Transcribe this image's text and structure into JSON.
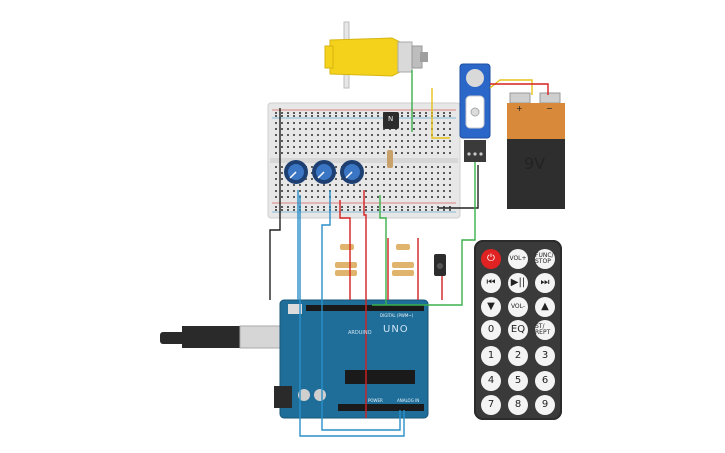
{
  "battery": {
    "voltage_label": "9V",
    "plus": "+",
    "minus": "−"
  },
  "arduino": {
    "model_label": "UNO",
    "brand_label": "ARDUINO",
    "digital_label": "DIGITAL (PWM~)",
    "power_label": "POWER",
    "analog_label": "ANALOG IN"
  },
  "transistor": {
    "label": "N"
  },
  "remote": {
    "buttons": [
      {
        "label": "⏻",
        "name": "remote-power-button"
      },
      {
        "label": "VOL+",
        "name": "remote-vol-up-button"
      },
      {
        "label": "FUNC/ STOP",
        "name": "remote-func-stop-button"
      },
      {
        "label": "⏮",
        "name": "remote-prev-button"
      },
      {
        "label": "▶||",
        "name": "remote-play-pause-button"
      },
      {
        "label": "⏭",
        "name": "remote-next-button"
      },
      {
        "label": "▼",
        "name": "remote-down-button"
      },
      {
        "label": "VOL-",
        "name": "remote-vol-down-button"
      },
      {
        "label": "▲",
        "name": "remote-up-button"
      },
      {
        "label": "0",
        "name": "remote-0-button"
      },
      {
        "label": "EQ",
        "name": "remote-eq-button"
      },
      {
        "label": "ST/ REPT",
        "name": "remote-st-rept-button"
      },
      {
        "label": "1",
        "name": "remote-1-button"
      },
      {
        "label": "2",
        "name": "remote-2-button"
      },
      {
        "label": "3",
        "name": "remote-3-button"
      },
      {
        "label": "4",
        "name": "remote-4-button"
      },
      {
        "label": "5",
        "name": "remote-5-button"
      },
      {
        "label": "6",
        "name": "remote-6-button"
      },
      {
        "label": "7",
        "name": "remote-7-button"
      },
      {
        "label": "8",
        "name": "remote-8-button"
      },
      {
        "label": "9",
        "name": "remote-9-button"
      }
    ]
  },
  "colors": {
    "arduino": "#1f6e9a",
    "breadboard": "#e7e7e7",
    "motor": "#f4d21c",
    "battery_top": "#d88a3a",
    "battery_body": "#2e2e2e",
    "servo": "#2a67c9",
    "remote": "#3a3a3a",
    "wire_red": "#d42020",
    "wire_black": "#222222",
    "wire_green": "#3ab04a",
    "wire_blue": "#2a8fc9",
    "wire_yellow": "#e6c21a"
  }
}
